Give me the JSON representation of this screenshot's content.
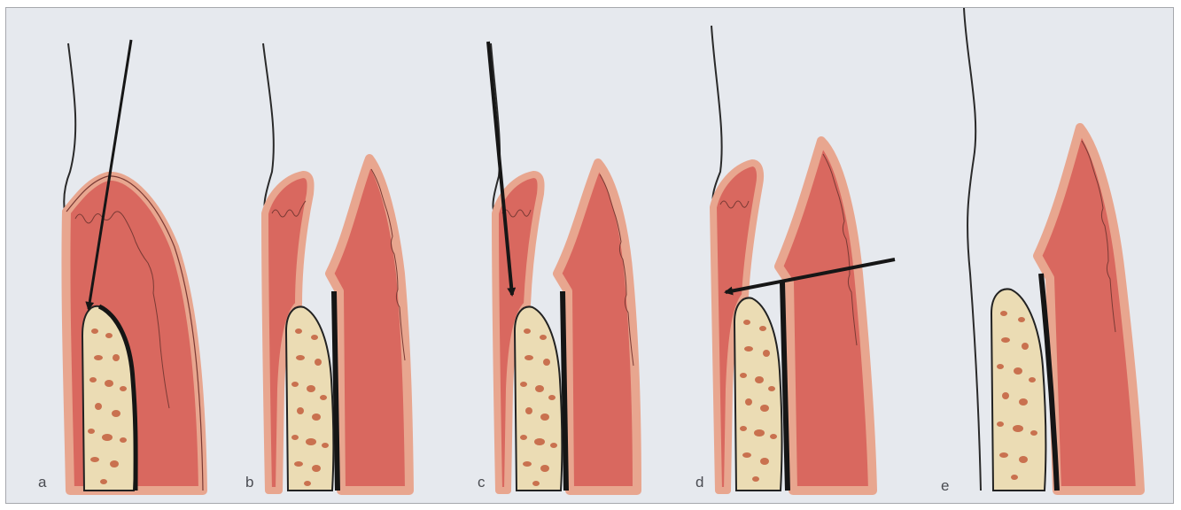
{
  "figure": {
    "panels": [
      {
        "id": "a",
        "label": "a"
      },
      {
        "id": "b",
        "label": "b"
      },
      {
        "id": "c",
        "label": "c"
      },
      {
        "id": "d",
        "label": "d"
      },
      {
        "id": "e",
        "label": "e"
      }
    ]
  },
  "colors": {
    "background": "#e6e9ee",
    "gingiva": "#d9685f",
    "epithelium": "#e8a68f",
    "bone": "#ebdcb4",
    "bone_spots": "#c9714f",
    "tooth_surface": "#151515"
  }
}
